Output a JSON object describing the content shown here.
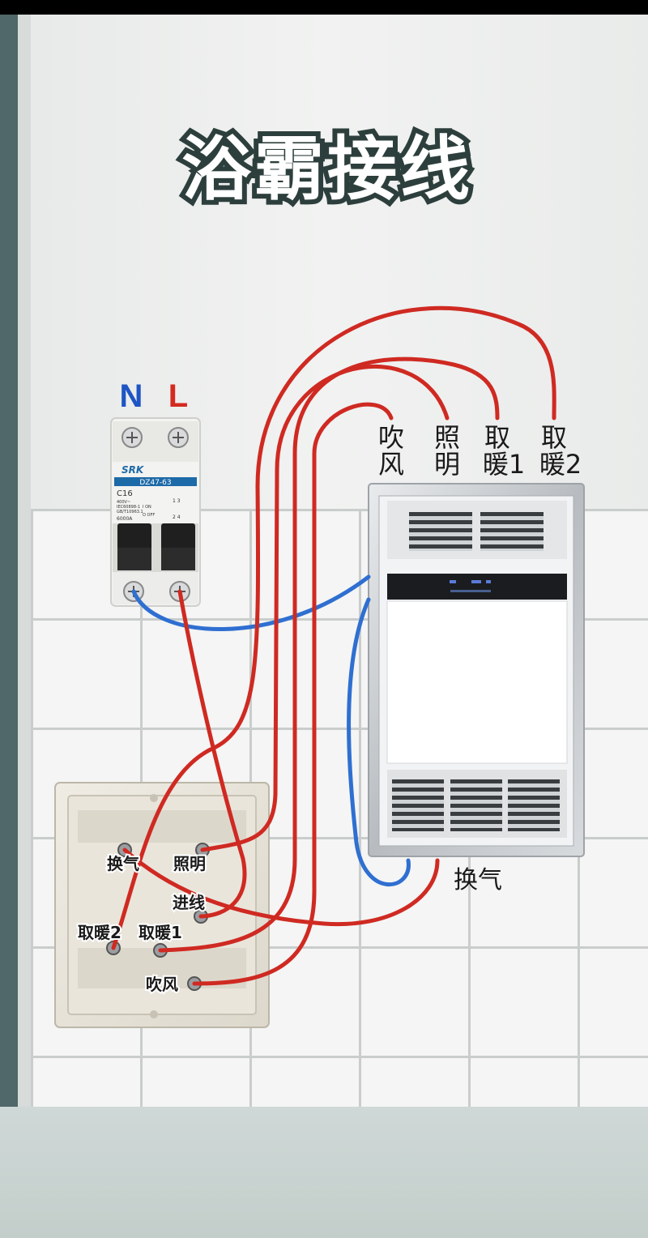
{
  "title": "浴霸接线",
  "breaker": {
    "n_label": "N",
    "l_label": "L",
    "brand": "SRK",
    "model": "DZ47-63",
    "rating": "C16",
    "spec_line1": "400V~",
    "spec_line2": "IEC60898-1",
    "spec_line3": "GB/T10963.1",
    "capacity": "6000A",
    "on_mark": "I ON",
    "off_mark": "O OFF",
    "diagram_top": "1  3",
    "diagram_bottom": "2  4"
  },
  "heater_terminals": [
    {
      "line1": "吹",
      "line2": "风"
    },
    {
      "line1": "照",
      "line2": "明"
    },
    {
      "line1": "取",
      "line2": "暖1"
    },
    {
      "line1": "取",
      "line2": "暖2"
    }
  ],
  "heater_label": "换气",
  "switch_labels": {
    "ventilate": "换气",
    "light": "照明",
    "input": "进线",
    "heat2": "取暖2",
    "heat1": "取暖1",
    "blow": "吹风"
  },
  "colors": {
    "live_wire": "#cf2a22",
    "neutral_wire": "#2f6fd1",
    "n_label": "#1d55c4",
    "l_label": "#d42a1f",
    "title_outline": "#2d3f3c"
  }
}
